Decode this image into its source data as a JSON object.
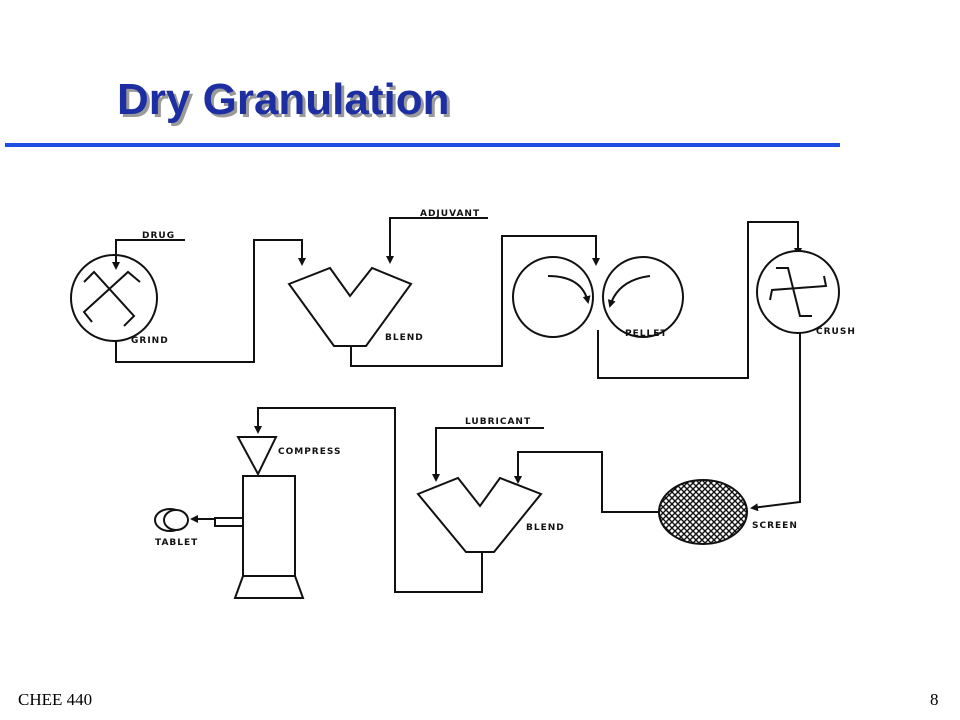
{
  "slide": {
    "title": "Dry Granulation",
    "course": "CHEE 440",
    "page_number": "8"
  },
  "diagram": {
    "labels": {
      "drug": "DRUG",
      "grind": "GRIND",
      "adjuvant": "ADJUVANT",
      "blend_1": "BLEND",
      "pellet": "PELLET",
      "crush": "CRUSH",
      "lubricant": "LUBRICANT",
      "blend_2": "BLEND",
      "screen": "SCREEN",
      "compress": "COMPRESS",
      "tablet": "TABLET"
    }
  },
  "colors": {
    "title": "#1d2ea3",
    "rule": "#1f4fe0"
  }
}
